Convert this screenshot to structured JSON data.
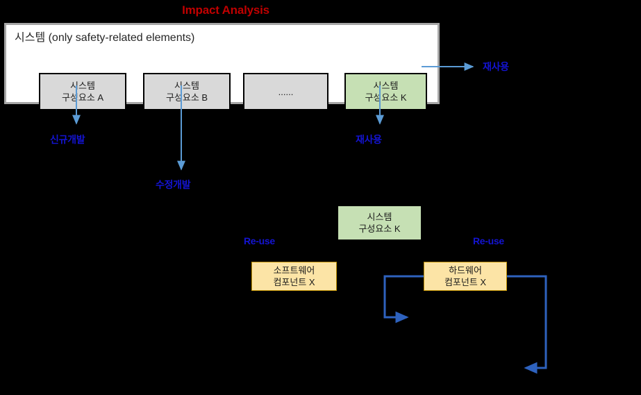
{
  "title": "Impact Analysis",
  "system": {
    "container_label": "시스템 (only safety-related elements)",
    "elements": [
      {
        "line1": "시스템",
        "line2": "구성요소 A",
        "fill": "#D9D9D9"
      },
      {
        "line1": "시스템",
        "line2": "구성요소 B",
        "fill": "#D9D9D9"
      },
      {
        "line1": "......",
        "line2": "",
        "fill": "#D9D9D9"
      },
      {
        "line1": "시스템",
        "line2": "구성요소 K",
        "fill": "#C6E0B4"
      }
    ]
  },
  "lower": {
    "component_k": {
      "line1": "시스템",
      "line2": "구성요소 K",
      "fill": "#C6E0B4"
    },
    "software_component": {
      "line1": "소프트웨어",
      "line2": "컴포넌트 X",
      "fill": "#FCE4A6"
    },
    "hardware_component": {
      "line1": "하드웨어",
      "line2": "컴포넌트 X",
      "fill": "#FCE4A6"
    }
  },
  "labels": {
    "new_development": "신규개발",
    "modified_development": "수정개발",
    "reuse_down": "재사용",
    "reuse_right": "재사용",
    "reuse_software": "Re-use",
    "reuse_hardware": "Re-use"
  },
  "colors": {
    "background": "#000000",
    "title": "#C00000",
    "label_blue": "#1414D2",
    "arrow_light_blue": "#5B9BD5",
    "arrow_blue": "#2E62BE",
    "container_border": "#A6A6A6",
    "element_border": "#000000",
    "element_gray": "#D9D9D9",
    "element_green": "#C6E0B4",
    "component_yellow": "#FCE4A6",
    "component_yellow_border": "#BF9000"
  }
}
